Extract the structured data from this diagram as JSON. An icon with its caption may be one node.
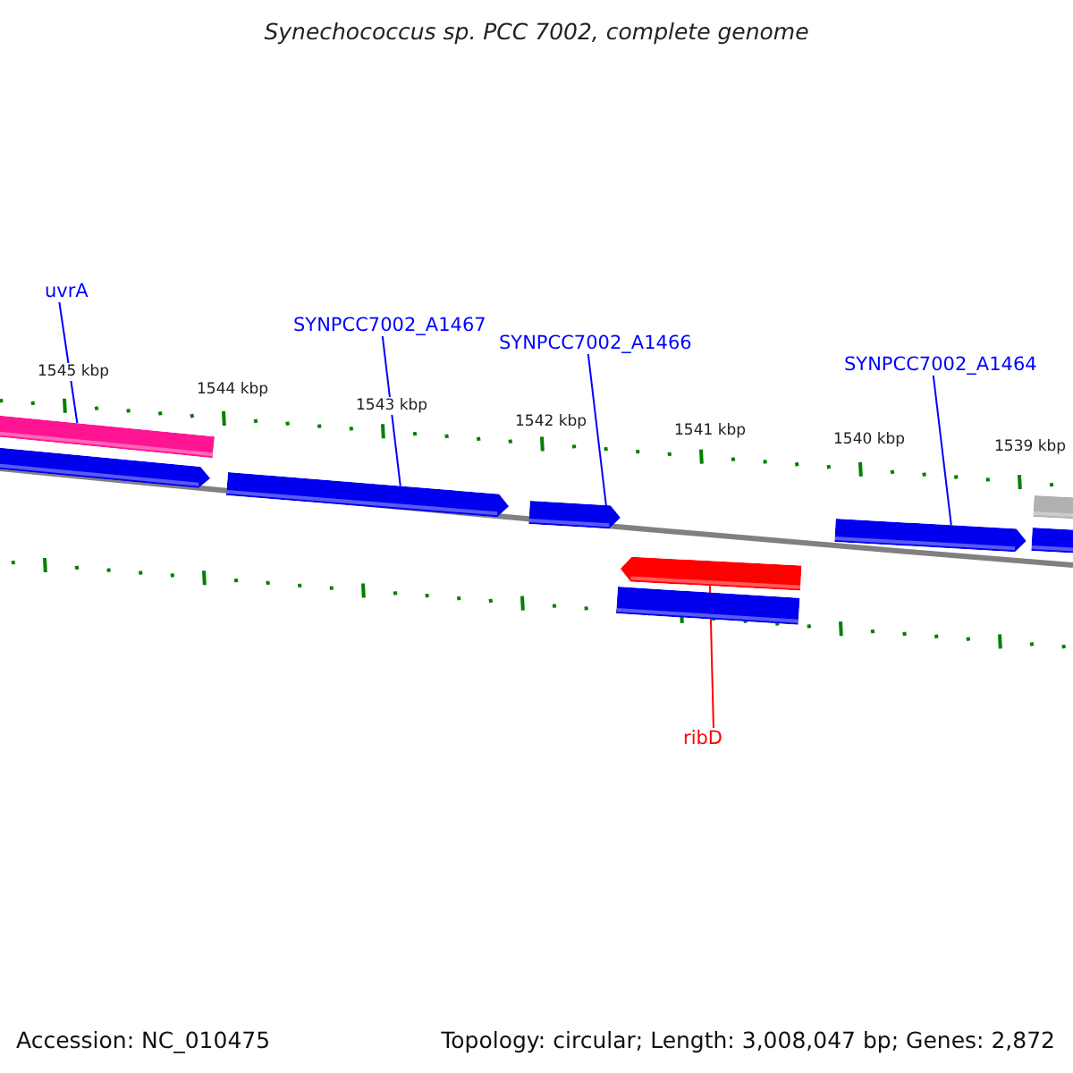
{
  "diagram": {
    "title": "Synechococcus sp. PCC 7002, complete genome",
    "nodes": [
      {
        "text": [
          "uvrA"
        ]
      },
      {
        "text": [
          "SYNPCC7002_A1467"
        ]
      },
      {
        "text": [
          "SYNPCC7002_A1466"
        ]
      },
      {
        "text": [
          "SYNPCC7002_A1464"
        ]
      },
      {
        "text": [
          "ribD"
        ]
      },
      {
        "text": [],
        "shape": "bar"
      },
      {
        "text": [],
        "shape": "bar"
      },
      {
        "text": [],
        "shape": "bar"
      },
      {
        "text": [],
        "shape": "bar"
      },
      {
        "text": [],
        "shape": "bar"
      },
      {
        "text": [],
        "shape": "bar"
      },
      {
        "text": [],
        "shape": "bar"
      },
      {
        "text": [],
        "shape": "bar"
      },
      {
        "text": [],
        "shape": "bar"
      }
    ],
    "edges": [
      {
        "from": 0,
        "to": 5,
        "arrow": "none"
      },
      {
        "from": 1,
        "to": 7,
        "arrow": "none"
      },
      {
        "from": 2,
        "to": 8,
        "arrow": "none"
      },
      {
        "from": 3,
        "to": 11,
        "arrow": "none"
      },
      {
        "from": 4,
        "to": 9,
        "arrow": "none",
        "color": "#ff0000"
      }
    ],
    "labels": [
      "1545 kbp",
      "1544 kbp",
      "1543 kbp",
      "1542 kbp",
      "1541 kbp",
      "1540 kbp",
      "1539 kbp",
      "Accession: NC_010475",
      "Topology: circular; Length: 3,008,047 bp; Genes: 2,872"
    ]
  }
}
